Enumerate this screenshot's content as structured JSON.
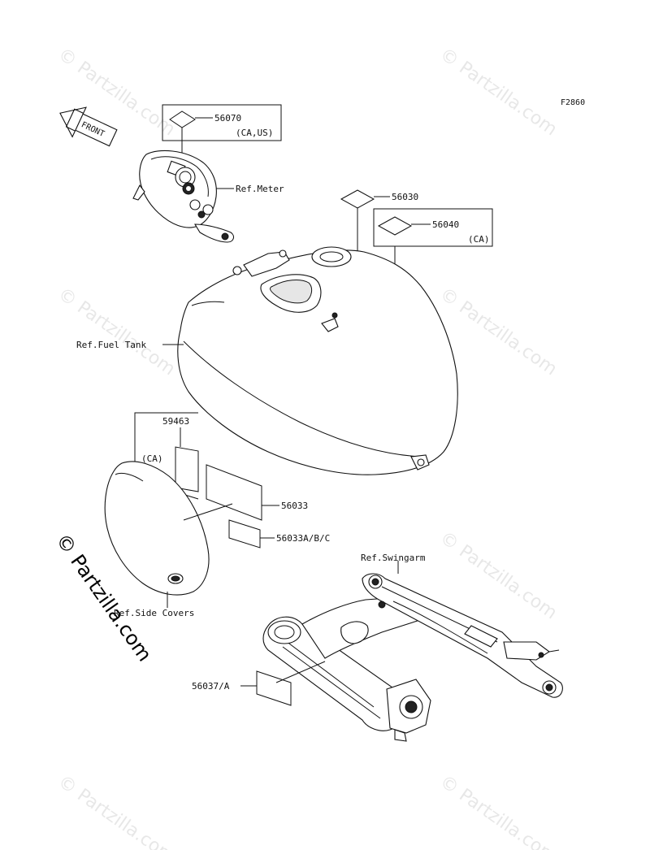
{
  "figure_id": "F2860",
  "front_arrow": "FRONT",
  "watermarks": {
    "small": "© Partzilla.com",
    "big": "© Partzilla.com"
  },
  "callouts": {
    "p56070": "56070",
    "p56070_note": "(CA,US)",
    "ref_meter": "Ref.Meter",
    "p56030": "56030",
    "p56040": "56040",
    "p56040_note": "(CA)",
    "ref_fuel_tank": "Ref.Fuel Tank",
    "p59463": "59463",
    "p59463_note": "(CA)",
    "p56033": "56033",
    "p56033abc": "56033A/B/C",
    "ref_side_covers": "Ref.Side Covers",
    "ref_swingarm": "Ref.Swingarm",
    "p56037a": "56037/A"
  }
}
